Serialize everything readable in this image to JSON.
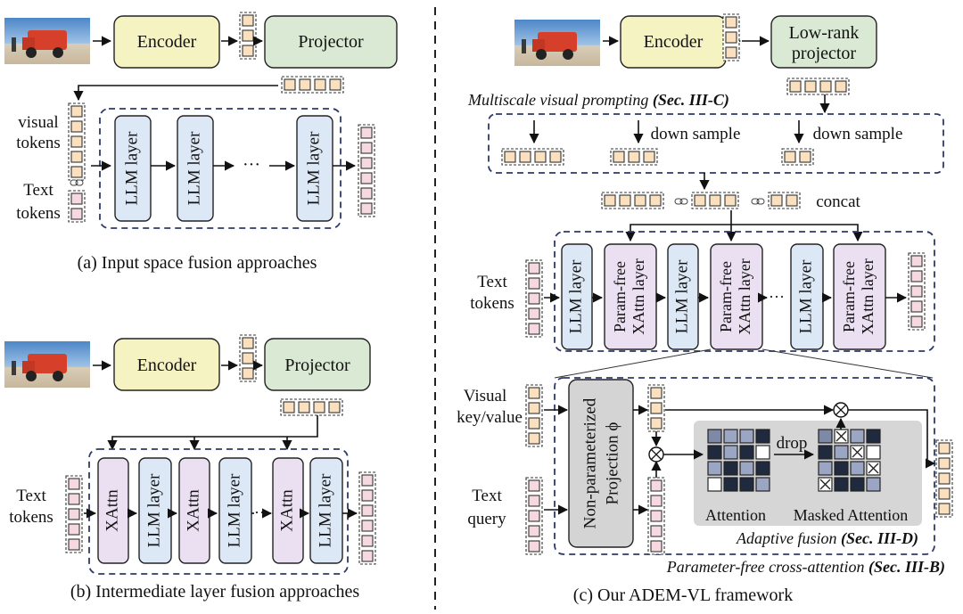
{
  "panel_a": {
    "encoder": "Encoder",
    "projector": "Projector",
    "visual_label_1": "visual",
    "visual_label_2": "tokens",
    "text_label_1": "Text",
    "text_label_2": "tokens",
    "llm_layer": "LLM layer",
    "ellipsis": "···",
    "caption": "(a) Input space fusion approaches"
  },
  "panel_b": {
    "encoder": "Encoder",
    "projector": "Projector",
    "text_label_1": "Text",
    "text_label_2": "tokens",
    "xattn": "XAttn",
    "llm_layer": "LLM layer",
    "ellipsis": "···",
    "caption": "(b) Intermediate layer fusion approaches"
  },
  "panel_c": {
    "encoder": "Encoder",
    "projector_1": "Low-rank",
    "projector_2": "projector",
    "multiscale_title": "Multiscale visual prompting ",
    "multiscale_ref": "(Sec. III-C)",
    "down_sample": "down sample",
    "concat": "concat",
    "text_label_1": "Text",
    "text_label_2": "tokens",
    "llm_layer": "LLM layer",
    "pf_xattn_1": "Param-free",
    "pf_xattn_2": "XAttn layer",
    "ellipsis": "···",
    "visual_kv_1": "Visual",
    "visual_kv_2": "key/value",
    "text_query_1": "Text",
    "text_query_2": "query",
    "projection_1": "Non-parameterized",
    "projection_2": "Projection ϕ",
    "drop": "drop",
    "attention": "Attention",
    "masked_attention": "Masked Attention",
    "adaptive_title": "Adaptive fusion ",
    "adaptive_ref": "(Sec. III-D)",
    "pfca_title": "Parameter-free cross-attention ",
    "pfca_ref": "(Sec. III-B)",
    "caption": "(c) Our ADEM-VL framework"
  },
  "colors": {
    "encoder_fill": "#f6f3c2",
    "projector_fill": "#d9e9d4",
    "llm_fill": "#dde8f7",
    "xattn_fill": "#ebe0f2",
    "token_visual": "#fbe0bf",
    "token_text": "#f6d9e0",
    "dashed": "#2e3a66",
    "grey_box": "#d6d6d6"
  },
  "matrices": {
    "attention": [
      [
        1,
        2,
        2,
        3
      ],
      [
        3,
        2,
        3,
        0
      ],
      [
        2,
        3,
        2,
        3
      ],
      [
        0,
        3,
        3,
        2
      ]
    ],
    "masked_attention": [
      [
        1,
        4,
        2,
        3
      ],
      [
        3,
        2,
        4,
        0
      ],
      [
        2,
        3,
        2,
        4
      ],
      [
        4,
        3,
        3,
        2
      ]
    ]
  }
}
